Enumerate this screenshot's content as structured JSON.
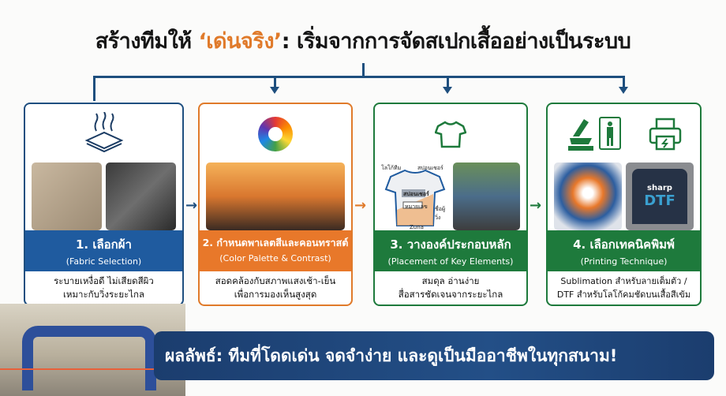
{
  "title": {
    "prefix": "สร้างทีมให้ ",
    "highlight": "‘เด่นจริง’",
    "suffix": ": เริ่มจากการจัดสเปกเสื้ออย่างเป็นระบบ"
  },
  "colors": {
    "blue": "#1f5b9f",
    "orange": "#e8782a",
    "green": "#1e7a3c",
    "navy": "#1b3d6e"
  },
  "steps": [
    {
      "title": "1. เลือกผ้า",
      "subtitle": "(Fabric Selection)",
      "desc1": "ระบายเหงื่อดี ไม่เสียดสีผิว",
      "desc2": "เหมาะกับวิ่งระยะไกล",
      "icon": "breathable-fabric-icon"
    },
    {
      "title": "2. กำหนดพาเลตสีและคอนทราสต์",
      "subtitle": "(Color Palette & Contrast)",
      "desc1": "สอดคล้องกับสภาพแสงเช้า-เย็น",
      "desc2": "เพื่อการมองเห็นสูงสุด",
      "icon": "color-wheel-icon"
    },
    {
      "title": "3. วางองค์ประกอบหลัก",
      "subtitle": "(Placement of Key Elements)",
      "desc1": "สมดุล อ่านง่าย",
      "desc2": "สื่อสารชัดเจนจากระยะไกล",
      "icon": "tshirt-icon",
      "shirt_labels": {
        "logo": "โลโก้ทีม",
        "sponsor_top": "สปอนเซอร์",
        "sponsor_chest": "สปอนเซอร์",
        "number": "หมายเลข",
        "name": "ชื่อผู้วิ่ง",
        "bottom": "Zuna"
      }
    },
    {
      "title": "4. เลือกเทคนิคพิมพ์",
      "subtitle": "(Printing Technique)",
      "desc1": "Sublimation สำหรับลายเต็มตัว /",
      "desc2": "DTF สำหรับโลโก้คมชัดบนเสื้อสีเข้ม",
      "icon": "heat-press-icon",
      "shirt_text": {
        "brand": "sharp",
        "dtf": "DTF"
      }
    }
  ],
  "banner": "ผลลัพธ์: ทีมที่โดดเด่น จดจำง่าย และดูเป็นมืออาชีพในทุกสนาม!"
}
